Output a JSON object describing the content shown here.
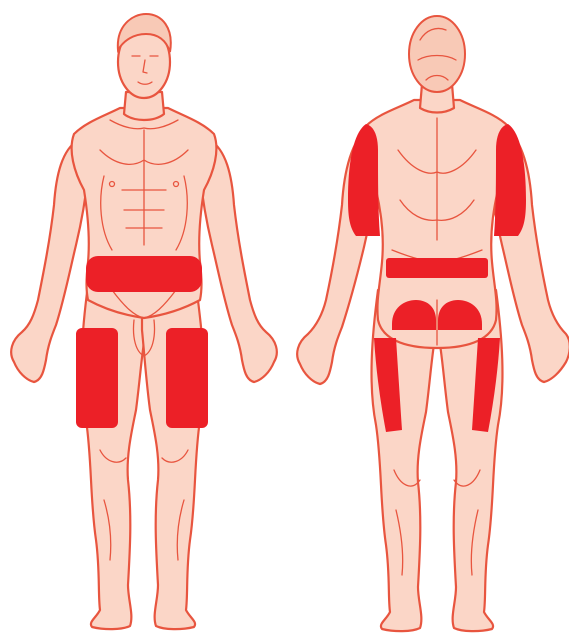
{
  "figure": {
    "views": [
      {
        "id": "front",
        "sites": [
          "abdomen",
          "left-thigh-front",
          "right-thigh-front"
        ]
      },
      {
        "id": "back",
        "sites": [
          "left-upper-arm-back",
          "right-upper-arm-back",
          "lower-back-band",
          "left-buttock",
          "right-buttock",
          "left-thigh-back",
          "right-thigh-back"
        ]
      }
    ]
  },
  "colors": {
    "skin": "#fbd6c7",
    "outline": "#e8553f",
    "highlight": "#ec2027",
    "background": "#ffffff"
  }
}
